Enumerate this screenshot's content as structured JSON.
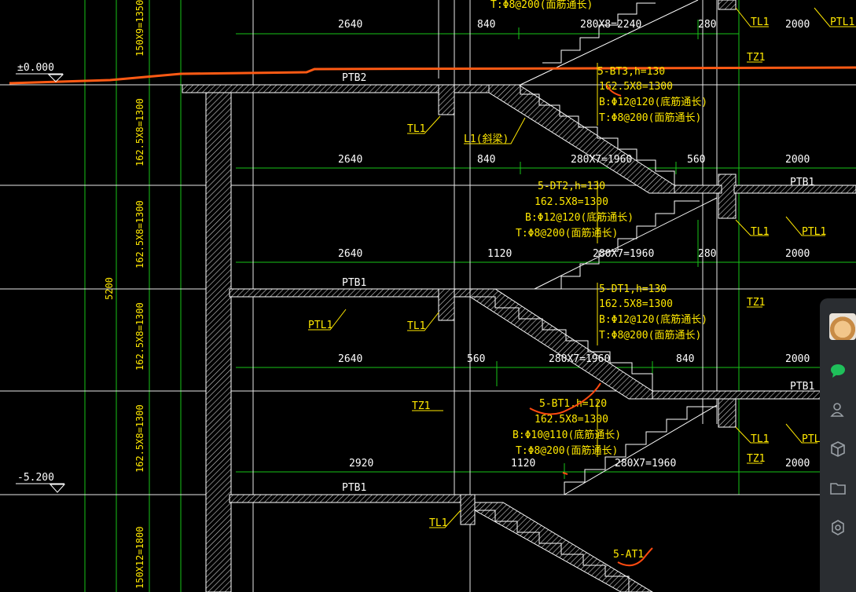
{
  "levels": [
    {
      "id": "top",
      "text": "±0.000"
    },
    {
      "id": "bottom",
      "text": "-5.200"
    }
  ],
  "vertical_dims": [
    "150X9=1350",
    "162.5X8=1300",
    "162.5X8=1300",
    "5200",
    "162.5X8=1300",
    "162.5X8=1300",
    "150X12=1800"
  ],
  "dim_rows": [
    [
      "2640",
      "840",
      "280X8=2240",
      "280",
      "2000"
    ],
    [
      "2640",
      "840",
      "280X7=1960",
      "560",
      "2000"
    ],
    [
      "2640",
      "1120",
      "280X7=1960",
      "280",
      "2000"
    ],
    [
      "2640",
      "560",
      "280X7=1960",
      "840",
      "2000"
    ],
    [
      "2920",
      "1120",
      "280X7=1960",
      "2000"
    ]
  ],
  "labels": {
    "ptb2": "PTB2",
    "ptb1": "PTB1",
    "tl1": "TL1",
    "tz1": "TZ1",
    "ptl1": "PTL1",
    "ptl": "PTL",
    "l1": "L1(斜梁)",
    "at1": "5-AT1"
  },
  "stair_notes": [
    {
      "name": "5-BT3,h=130",
      "steps": "162.5X8=1300",
      "bottom": "B:Φ12@120(底筋通长)",
      "top": "T:Φ8@200(面筋通长)"
    },
    {
      "name": "5-DT2,h=130",
      "steps": "162.5X8=1300",
      "bottom": "B:Φ12@120(底筋通长)",
      "top": "T:Φ8@200(面筋通长)"
    },
    {
      "name": "5-DT1,h=130",
      "steps": "162.5X8=1300",
      "bottom": "B:Φ12@120(底筋通长)",
      "top": "T:Φ8@200(面筋通长)"
    },
    {
      "name": "5-BT1,h=120",
      "steps": "162.5X8=1300",
      "bottom": "B:Φ10@110(底筋通长)",
      "top": "T:Φ8@200(面筋通长)"
    }
  ],
  "top_partial_note": "T:Φ8@200(面筋通长)",
  "sidebar": {
    "items": [
      "chat-icon",
      "contacts-icon",
      "cube-icon",
      "folder-icon",
      "settings-icon"
    ]
  }
}
